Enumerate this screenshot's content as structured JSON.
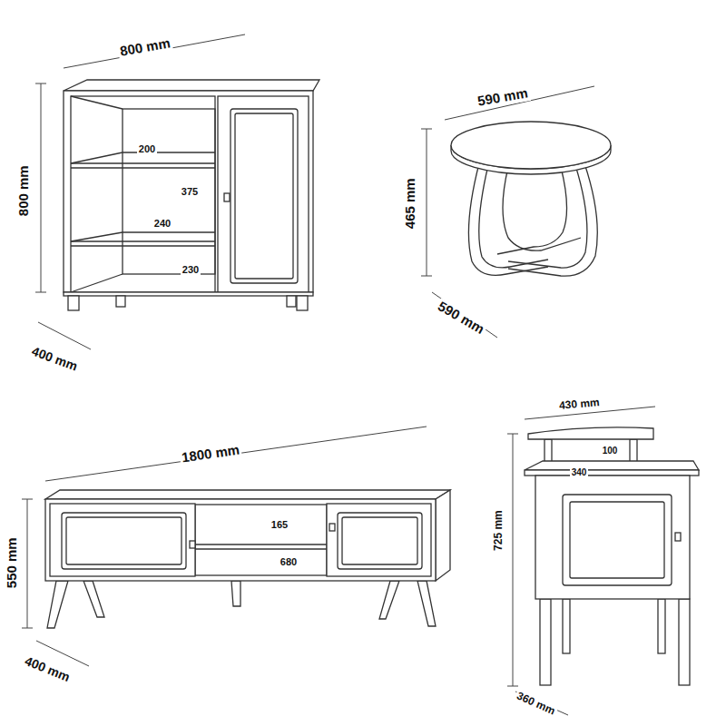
{
  "diagram": {
    "labels": [
      "800 mm",
      "800 mm",
      "400 mm",
      "200",
      "375",
      "240",
      "230",
      "590 mm",
      "465 mm",
      "590 mm",
      "1800 mm",
      "550 mm",
      "400 mm",
      "165",
      "680",
      "430 mm",
      "100",
      "340",
      "725 mm",
      "360 mm"
    ]
  }
}
